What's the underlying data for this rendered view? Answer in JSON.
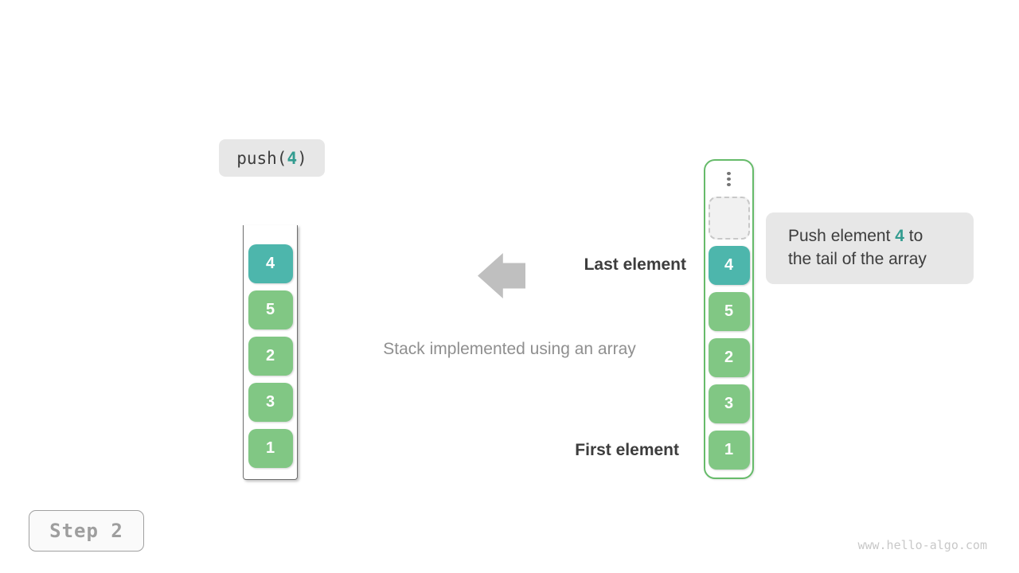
{
  "colors": {
    "teal_fill": "#4db6ac",
    "green_fill": "#81c784",
    "teal_text": "#339c90",
    "array_border": "#66bb6a",
    "gray_panel": "#e7e7e7",
    "arrow": "#bfbfbf",
    "dark_text": "#3d3d3d",
    "muted_text": "#8f8f8f",
    "step_text": "#9e9e9e",
    "watermark_text": "#c8c8c8",
    "cell_text": "#ffffff",
    "stack_border": "#6e6e6e",
    "dot": "#757575",
    "dashed_border": "#c8c8c8",
    "dashed_fill": "#f1f1f1"
  },
  "operation": {
    "prefix": "push(",
    "value": "4",
    "suffix": ")"
  },
  "stack": {
    "values": [
      "4",
      "5",
      "2",
      "3",
      "1"
    ],
    "highlight_index": 0
  },
  "array": {
    "values": [
      "4",
      "5",
      "2",
      "3",
      "1"
    ],
    "highlight_index": 0,
    "has_empty_slot": true
  },
  "labels": {
    "last_element": "Last element",
    "first_element": "First element",
    "caption": "Stack implemented using an array"
  },
  "tooltip": {
    "line1_prefix": "Push element ",
    "value": "4",
    "line1_suffix": " to",
    "line2": "the tail of the array"
  },
  "step": {
    "label": "Step 2"
  },
  "watermark": "www.hello-algo.com"
}
